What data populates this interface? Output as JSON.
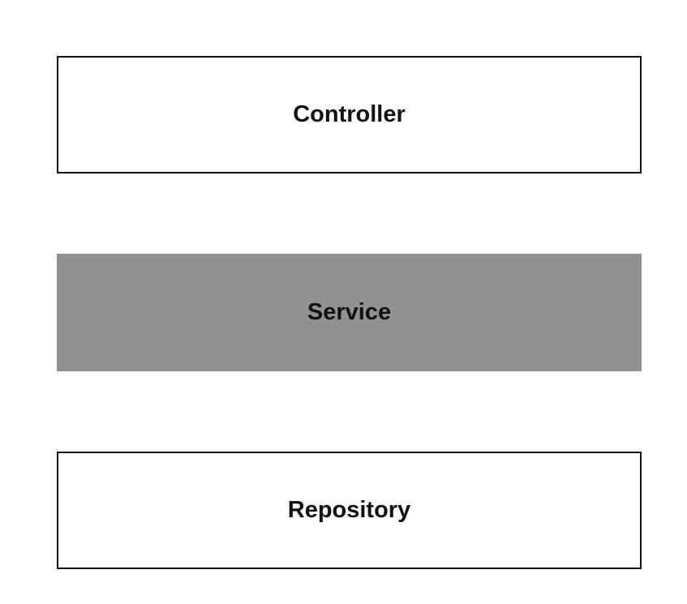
{
  "layers": [
    {
      "label": "Controller",
      "fill": "#ffffff",
      "border": "#111111"
    },
    {
      "label": "Service",
      "fill": "#919191",
      "border": "none"
    },
    {
      "label": "Repository",
      "fill": "#ffffff",
      "border": "#111111"
    }
  ]
}
